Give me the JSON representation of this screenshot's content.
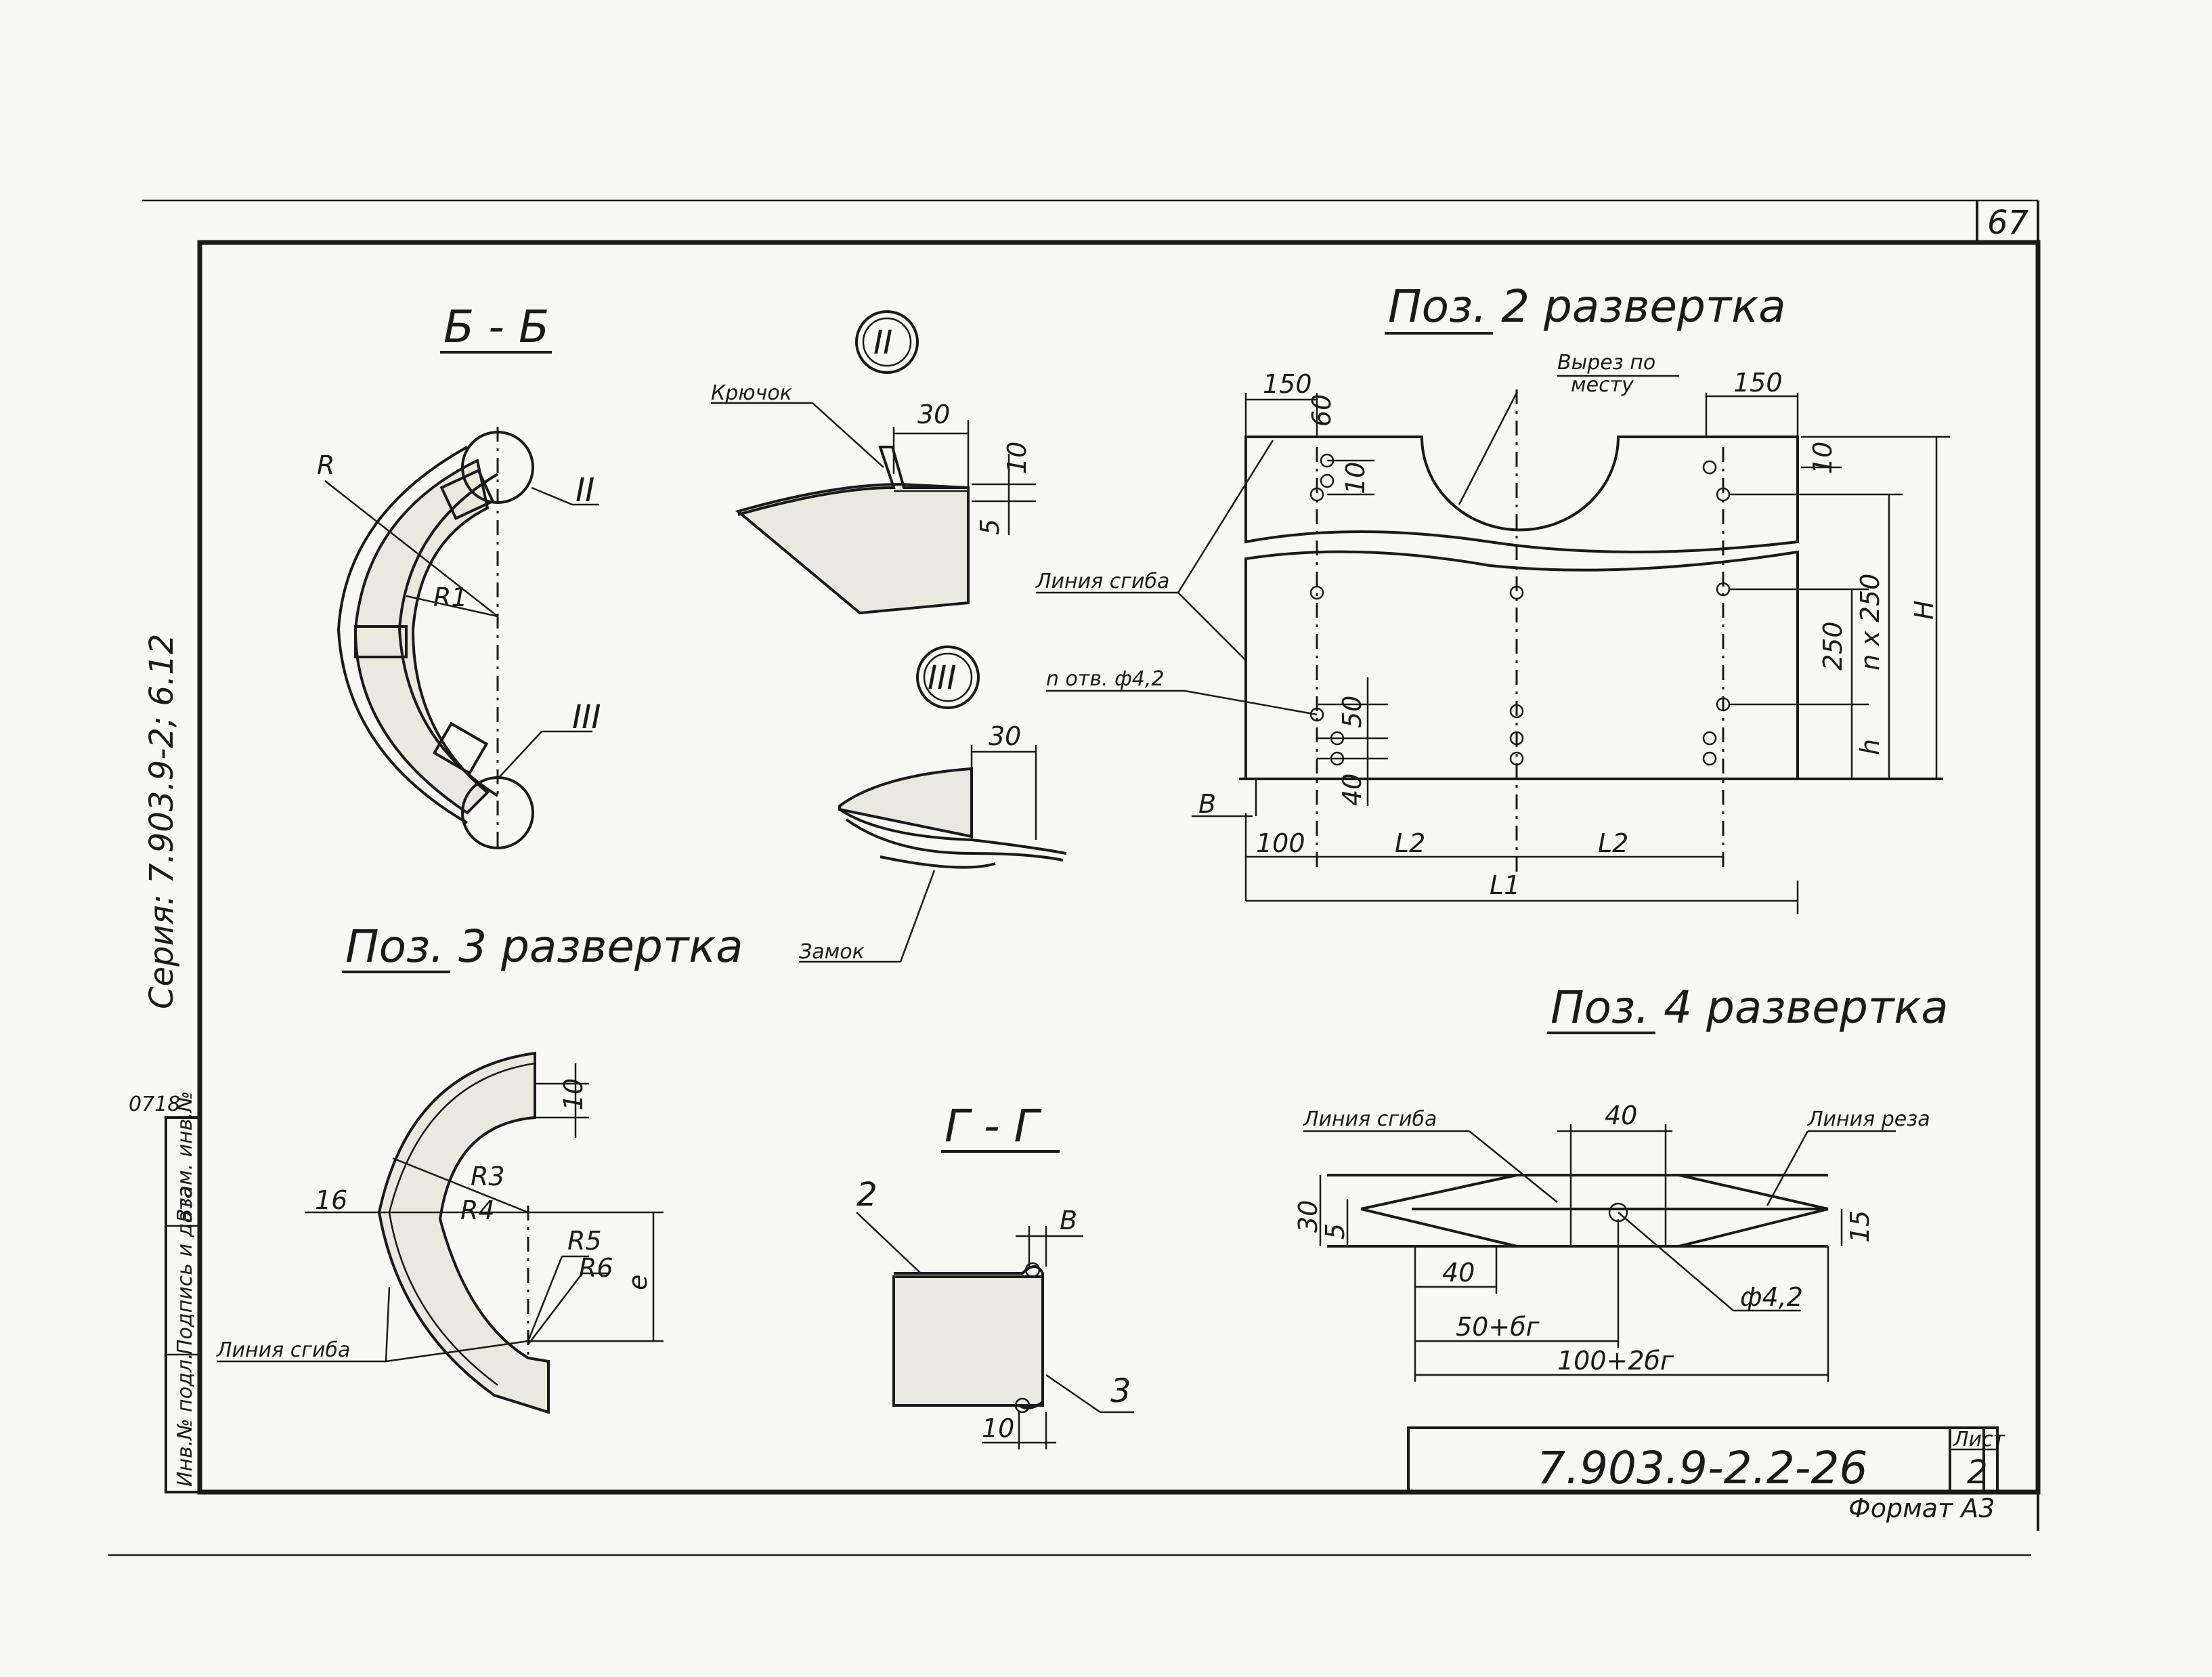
{
  "sheet": {
    "page_number": "67",
    "series_label": "Серия: 7.903.9-2; 6.12",
    "side_labels": [
      "Инв.№ подл.",
      "Подпись и дата",
      "Взам. инв.№"
    ],
    "side_code": "0718",
    "document_code": "7.903.9-2.2-26",
    "sheet_label": "Лист",
    "sheet_no": "2",
    "format": "Формат А3"
  },
  "sections": {
    "b_b": {
      "title": "Б - Б",
      "labels": {
        "r": "R",
        "r1": "R1",
        "callout_2": "II",
        "callout_3": "III"
      }
    },
    "detail_2": {
      "marker": "II",
      "hook": "Крючок",
      "dims": {
        "w": "30",
        "h": "10",
        "s": "5"
      }
    },
    "detail_3": {
      "marker": "III",
      "lock": "Замок",
      "dims": {
        "w": "30"
      }
    },
    "poz2": {
      "title": "Поз. 2 развертка",
      "cutout": [
        "Вырез по",
        "месту"
      ],
      "bend_line": "Линия сгиба",
      "holes": "n отв. ф4,2",
      "dims": {
        "top_left": "150",
        "top_mid": "60",
        "top_right": "150",
        "right_top": "10",
        "left_top": "10",
        "right_mid": "250",
        "pitch": "n x 250",
        "height": "H",
        "h": "h",
        "left_50": "50",
        "left_40": "40",
        "b": "B",
        "bottom_100": "100",
        "l2a": "L2",
        "l2b": "L2",
        "l1": "L1"
      }
    },
    "poz3": {
      "title": "Поз. 3 развертка",
      "bend_line": "Линия сгиба",
      "dims": {
        "top": "10",
        "left": "16",
        "r3": "R3",
        "r4": "R4",
        "r5": "R5",
        "r6": "R6",
        "e": "e"
      }
    },
    "g_g": {
      "title": "Г - Г",
      "dims": {
        "b": "B",
        "bottom": "10"
      },
      "labels": {
        "pos2": "2",
        "pos3": "3"
      }
    },
    "poz4": {
      "title": "Поз. 4 развертка",
      "bend_line": "Линия сгиба",
      "cut_line": "Линия реза",
      "hole": "ф4,2",
      "dims": {
        "d40": "40",
        "d30": "30",
        "d5": "5",
        "d15": "15",
        "d40b": "40",
        "d50": "50+бг",
        "d100": "100+2бг"
      }
    }
  }
}
